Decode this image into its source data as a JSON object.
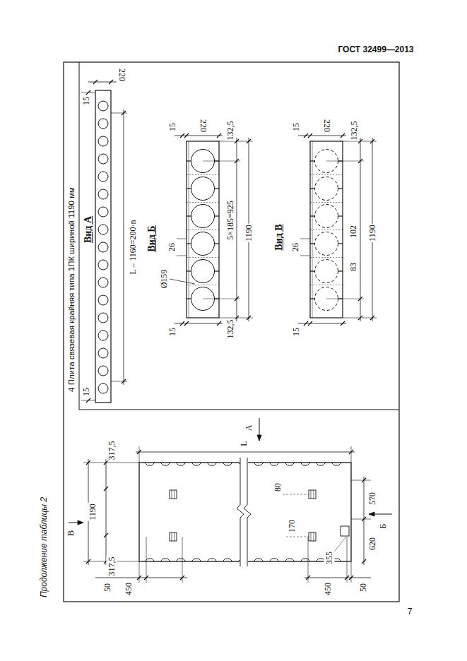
{
  "diagram": {
    "title": "4 Плита связевая крайняя типа 1ПК шириной 1190 мм",
    "caption": "Продолжение таблицы 2",
    "labels": [
      "ГОСТ 32499—2013",
      "Вид А",
      "15",
      "220",
      "L – 1160=200·n",
      "15",
      "Вид Б",
      "15",
      "220",
      "132,5",
      "26",
      "5×185=925",
      "1190",
      "Ø159",
      "15",
      "132,5",
      "Вид В",
      "15",
      "220",
      "132,5",
      "26",
      "102",
      "83",
      "1190",
      "15",
      "А",
      "L",
      "317,5",
      "1190",
      "317,5",
      "В",
      "80",
      "170",
      "355",
      "570",
      "620",
      "Б",
      "50",
      "450",
      "450",
      "50",
      "7"
    ]
  }
}
